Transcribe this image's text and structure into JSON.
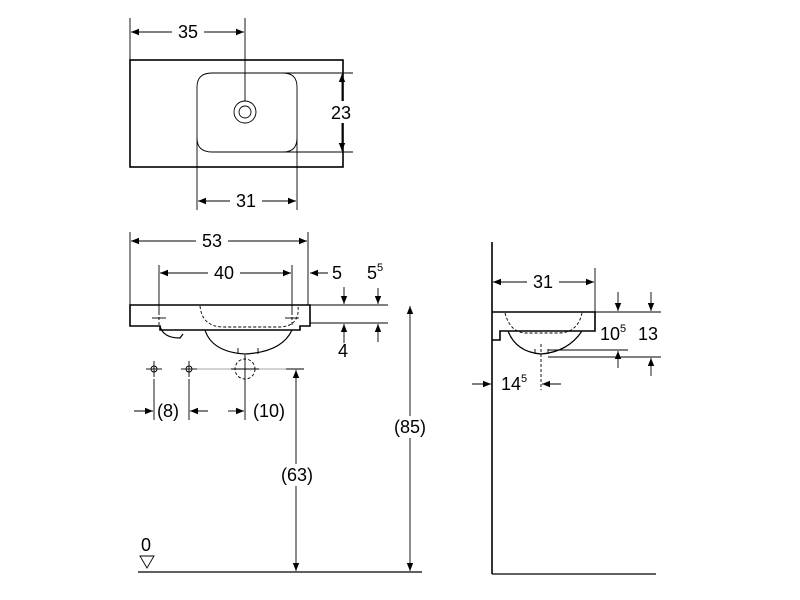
{
  "top_view": {
    "dim_overall_to_drain": "35",
    "dim_bowl_depth": "23",
    "dim_bowl_width": "31"
  },
  "front_view": {
    "dim_width": "53",
    "dim_tap_spacing": "40",
    "dim_side_offset": "5",
    "dim_rim_height_main": "5",
    "dim_rim_height_sup": "5",
    "dim_bowl_offset": "4",
    "dim_waste_spacing_a": "(8)",
    "dim_waste_spacing_b": "(10)",
    "dim_waste_height": "(63)",
    "dim_total_height": "(85)",
    "floor_label": "0"
  },
  "side_view": {
    "dim_depth": "31",
    "dim_height_a_main": "10",
    "dim_height_a_sup": "5",
    "dim_height_b": "13",
    "dim_drain_offset_main": "14",
    "dim_drain_offset_sup": "5"
  }
}
